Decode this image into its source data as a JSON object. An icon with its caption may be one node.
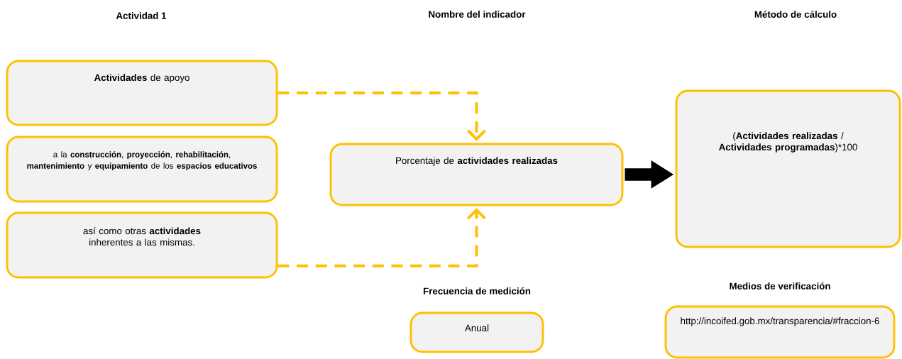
{
  "diagram": {
    "nodes": [
      {
        "text": [
          "**Actividades** de apoyo"
        ]
      },
      {
        "text": [
          "a la **construcción**, **proyección**, **rehabilitación**, **mantenimiento** y **equipamiento** de los **espacios educativos**"
        ]
      },
      {
        "text": [
          "así como otras **actividades** inherentes a las mismas."
        ]
      },
      {
        "text": [
          "Porcentaje de **actividades realizadas**"
        ]
      },
      {
        "text": [
          "(**Actividades realizadas** / **Actividades programadas**)*100"
        ]
      },
      {
        "text": [
          "Frecuencia de medición",
          "Anual"
        ]
      },
      {
        "text": [
          "Medios de verificación",
          "http://incoifed.gob.mx/transparencia/#fraccion-6"
        ]
      }
    ],
    "edges": [
      {
        "from": 0,
        "to": 3,
        "arrow": "to",
        "style": "dashed"
      },
      {
        "from": 2,
        "to": 3,
        "arrow": "to",
        "style": "dashed"
      },
      {
        "from": 3,
        "to": 4,
        "arrow": "to",
        "style": "thick",
        "color": "#000000"
      }
    ],
    "labels": [
      "Actividad 1",
      "Nombre del indicador",
      "Método de cálculo"
    ]
  }
}
